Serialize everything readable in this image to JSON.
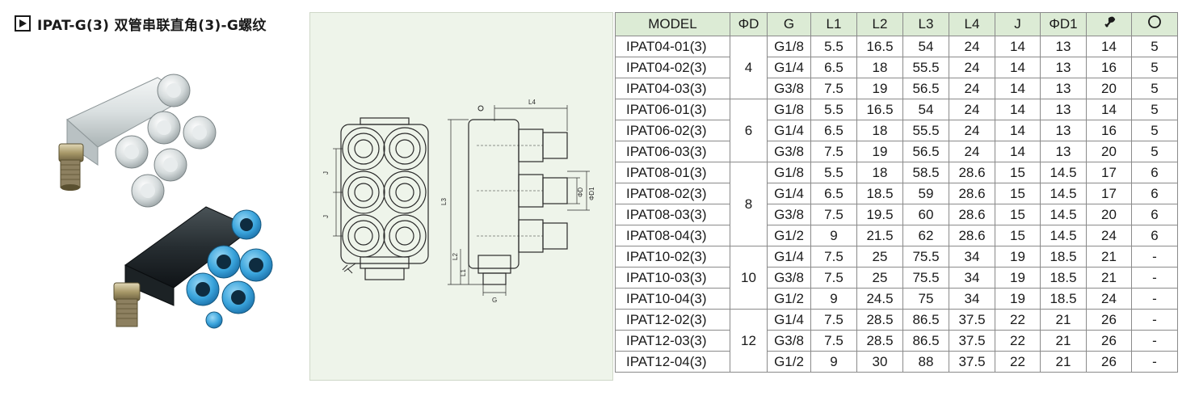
{
  "title": "IPAT-G(3) 双管串联直角(3)-G螺纹",
  "icons": {
    "play": "play-icon",
    "wrench": "wrench-icon",
    "hex": "hex-icon"
  },
  "drawing_labels": {
    "L4": "L4",
    "J": "J",
    "L3": "L3",
    "L2": "L2",
    "L1": "L1",
    "G": "G",
    "D": "ΦD",
    "D1": "ΦD1"
  },
  "table": {
    "headers": [
      "MODEL",
      "ΦD",
      "G",
      "L1",
      "L2",
      "L3",
      "L4",
      "J",
      "ΦD1"
    ],
    "groups": [
      {
        "od": "4",
        "rows": [
          [
            "IPAT04-01(3)",
            "G1/8",
            "5.5",
            "16.5",
            "54",
            "24",
            "14",
            "13",
            "14",
            "5"
          ],
          [
            "IPAT04-02(3)",
            "G1/4",
            "6.5",
            "18",
            "55.5",
            "24",
            "14",
            "13",
            "16",
            "5"
          ],
          [
            "IPAT04-03(3)",
            "G3/8",
            "7.5",
            "19",
            "56.5",
            "24",
            "14",
            "13",
            "20",
            "5"
          ]
        ]
      },
      {
        "od": "6",
        "rows": [
          [
            "IPAT06-01(3)",
            "G1/8",
            "5.5",
            "16.5",
            "54",
            "24",
            "14",
            "13",
            "14",
            "5"
          ],
          [
            "IPAT06-02(3)",
            "G1/4",
            "6.5",
            "18",
            "55.5",
            "24",
            "14",
            "13",
            "16",
            "5"
          ],
          [
            "IPAT06-03(3)",
            "G3/8",
            "7.5",
            "19",
            "56.5",
            "24",
            "14",
            "13",
            "20",
            "5"
          ]
        ]
      },
      {
        "od": "8",
        "rows": [
          [
            "IPAT08-01(3)",
            "G1/8",
            "5.5",
            "18",
            "58.5",
            "28.6",
            "15",
            "14.5",
            "17",
            "6"
          ],
          [
            "IPAT08-02(3)",
            "G1/4",
            "6.5",
            "18.5",
            "59",
            "28.6",
            "15",
            "14.5",
            "17",
            "6"
          ],
          [
            "IPAT08-03(3)",
            "G3/8",
            "7.5",
            "19.5",
            "60",
            "28.6",
            "15",
            "14.5",
            "20",
            "6"
          ],
          [
            "IPAT08-04(3)",
            "G1/2",
            "9",
            "21.5",
            "62",
            "28.6",
            "15",
            "14.5",
            "24",
            "6"
          ]
        ]
      },
      {
        "od": "10",
        "rows": [
          [
            "IPAT10-02(3)",
            "G1/4",
            "7.5",
            "25",
            "75.5",
            "34",
            "19",
            "18.5",
            "21",
            "-"
          ],
          [
            "IPAT10-03(3)",
            "G3/8",
            "7.5",
            "25",
            "75.5",
            "34",
            "19",
            "18.5",
            "21",
            "-"
          ],
          [
            "IPAT10-04(3)",
            "G1/2",
            "9",
            "24.5",
            "75",
            "34",
            "19",
            "18.5",
            "24",
            "-"
          ]
        ]
      },
      {
        "od": "12",
        "rows": [
          [
            "IPAT12-02(3)",
            "G1/4",
            "7.5",
            "28.5",
            "86.5",
            "37.5",
            "22",
            "21",
            "26",
            "-"
          ],
          [
            "IPAT12-03(3)",
            "G3/8",
            "7.5",
            "28.5",
            "86.5",
            "37.5",
            "22",
            "21",
            "26",
            "-"
          ],
          [
            "IPAT12-04(3)",
            "G1/2",
            "9",
            "30",
            "88",
            "37.5",
            "22",
            "21",
            "26",
            "-"
          ]
        ]
      }
    ]
  }
}
